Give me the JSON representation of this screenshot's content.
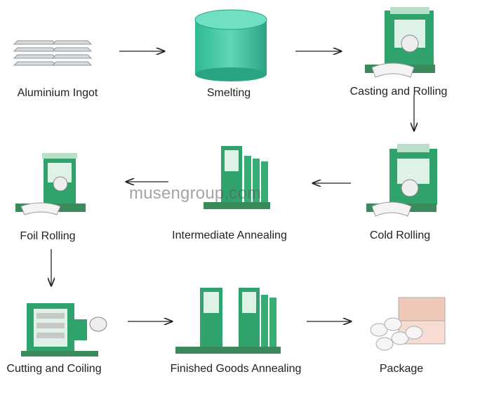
{
  "steps": [
    {
      "id": "ingot",
      "label": "Aluminium Ingot"
    },
    {
      "id": "smelting",
      "label": "Smelting"
    },
    {
      "id": "casting",
      "label": "Casting and Rolling"
    },
    {
      "id": "foil",
      "label": "Foil Rolling"
    },
    {
      "id": "annealing",
      "label": "Intermediate Annealing"
    },
    {
      "id": "cold",
      "label": "Cold Rolling"
    },
    {
      "id": "cutting",
      "label": "Cutting and Coiling"
    },
    {
      "id": "finished",
      "label": "Finished Goods Annealing"
    },
    {
      "id": "package",
      "label": "Package"
    }
  ],
  "watermark": "musengroup.com",
  "colors": {
    "machine_green": "#2fa36b",
    "machine_light": "#b8e0c8",
    "cylinder": "#43c9a6",
    "ingot": "#d0d4d8",
    "box": "#f0c8b8"
  }
}
